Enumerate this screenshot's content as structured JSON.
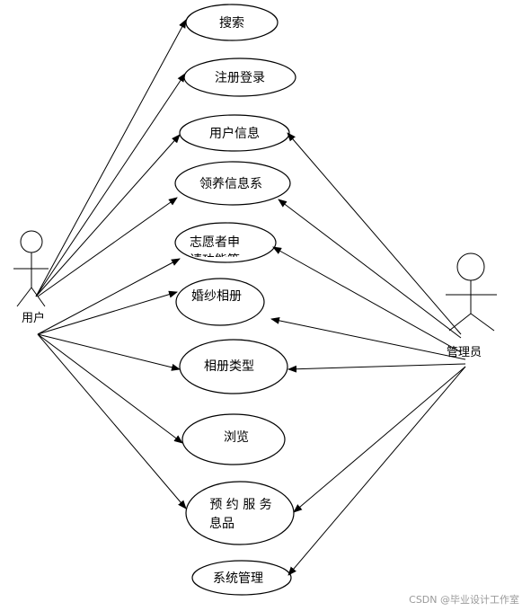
{
  "diagram": {
    "actors": {
      "user": "用户",
      "admin": "管理员"
    },
    "use_cases": {
      "search": "搜索",
      "register_login": "注册登录",
      "user_info": "用户信息",
      "adoption_info": "领养信息系",
      "volunteer_line1": "志愿者申",
      "volunteer_line2": "请功能等",
      "wedding_album": "婚纱相册",
      "album_type": "相册类型",
      "browse": "浏览",
      "booking_line1": "预 约 服 务",
      "booking_line2": "息品",
      "system_mgmt": "系统管理"
    },
    "watermark": "CSDN @毕业设计工作室"
  }
}
